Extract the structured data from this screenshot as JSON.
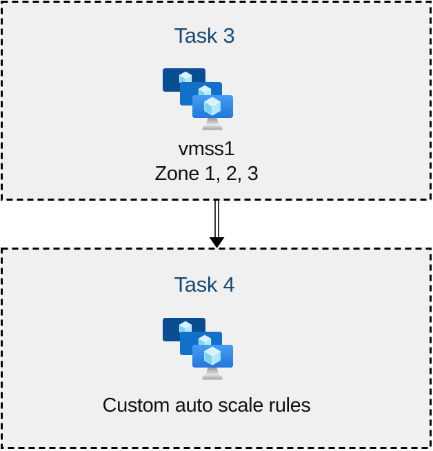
{
  "diagram": {
    "background": "#ffffff",
    "box_fill": "#f0f0f0",
    "box_border_color": "#000000",
    "title_color": "#1a4a73",
    "text_color": "#111111",
    "boxes": [
      {
        "title": "Task 3",
        "icon": "vmss-icon",
        "lines": [
          "vmss1",
          "Zone 1, 2, 3"
        ]
      },
      {
        "title": "Task 4",
        "icon": "vmss-icon",
        "lines": [
          "Custom auto scale rules"
        ]
      }
    ],
    "connector": {
      "shape": "double-line-arrow",
      "direction": "down",
      "color": "#000000"
    },
    "icon_colors": {
      "monitor_back": "#0a4d92",
      "monitor_middle": "#1270cb",
      "monitor_front_top": "#459ef3",
      "monitor_front_bottom": "#2277dc",
      "cube_top": "#d7f3fe",
      "cube_left": "#7ed3f2",
      "cube_right": "#b3e9fc",
      "stand_gray": "#b5b5b5"
    }
  }
}
